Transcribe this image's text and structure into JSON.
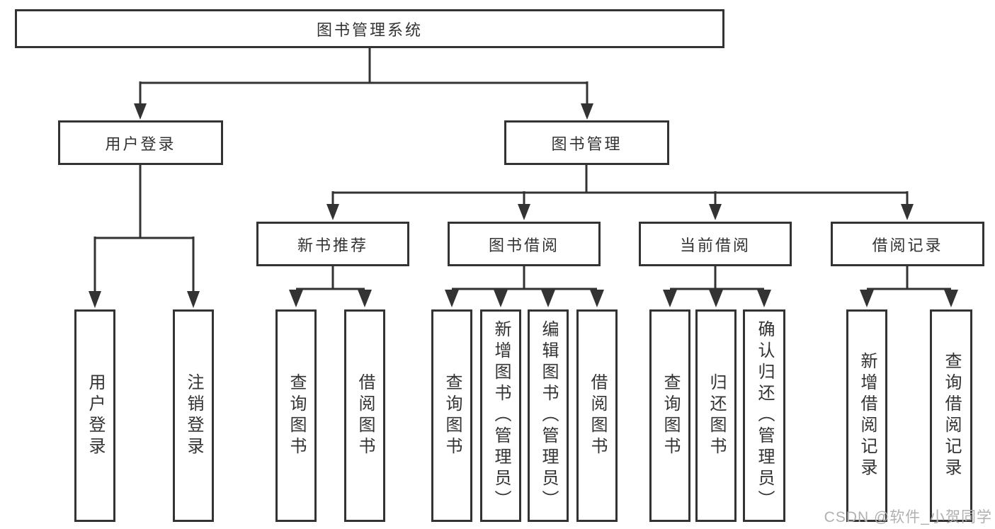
{
  "diagram": {
    "title": "图书管理系统",
    "level2": [
      {
        "label": "用户登录",
        "leaves": [
          "用户登录",
          "注销登录"
        ]
      },
      {
        "label": "图书管理",
        "children": [
          {
            "label": "新书推荐",
            "leaves": [
              "查询图书",
              "借阅图书"
            ]
          },
          {
            "label": "图书借阅",
            "leaves": [
              "查询图书",
              "新增图书（管理员）",
              "编辑图书（管理员）",
              "借阅图书"
            ]
          },
          {
            "label": "当前借阅",
            "leaves": [
              "查询图书",
              "归还图书",
              "确认归还（管理员）"
            ]
          },
          {
            "label": "借阅记录",
            "leaves": [
              "新增借阅记录",
              "查询借阅记录"
            ]
          }
        ]
      }
    ]
  },
  "watermark": {
    "text": "CSDN @软件_小贺同学"
  },
  "colors": {
    "line": "#333333",
    "border": "#333333",
    "background": "#ffffff",
    "text": "#333333",
    "watermark": "#b0b0b0"
  }
}
